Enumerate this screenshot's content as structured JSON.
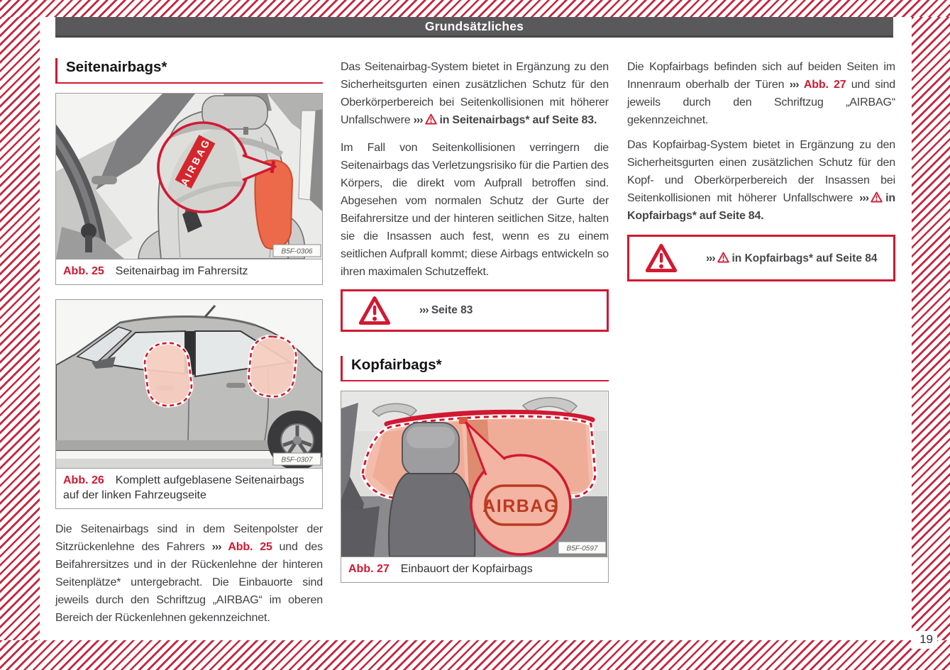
{
  "colors": {
    "accent_red": "#d11931",
    "stripe_red": "#c8233c",
    "header_gray": "#59595b",
    "body_text": "#3f3f42"
  },
  "header": {
    "title": "Grundsätzliches"
  },
  "page_number": "19",
  "col1": {
    "heading": "Seitenairbags*",
    "fig25": {
      "label": "Abb. 25",
      "caption": "Seitenairbag im Fahrersitz",
      "code": "B5F-0306",
      "airbag_label": "AIRBAG"
    },
    "fig26": {
      "label": "Abb. 26",
      "caption": "Komplett aufgeblasene Seitenair­bags auf der linken Fahrzeugseite",
      "code": "B5F-0307"
    },
    "para1": {
      "t1": "Die Seitenairbags sind in dem Seitenpolster der Sitzrückenlehne des Fahrers ",
      "arrows": "›››",
      "ref": "Abb. 25",
      "t2": " und des Beifahrersitzes und in der Rücken­lehne der hinteren Seitenplätze* unterge­bracht. Die Einbauorte sind jeweils durch den Schriftzug „AIRBAG“ im oberen Bereich der Rückenlehnen gekennzeichnet."
    }
  },
  "col2": {
    "para1": {
      "t1": "Das Seitenairbag-System bietet in Ergänzung zu den Sicherheitsgurten einen zusätzlichen Schutz für den Oberkörperbereich bei Seiten­kollisionen mit höherer Unfallschwere ",
      "arrows": "›››",
      "bold": "in Seitenairbags* auf Seite 83."
    },
    "para2": {
      "text": "Im Fall von Seitenkollisionen verringern die Seitenairbags das Verletzungsrisiko für die Partien des Körpers, die direkt vom Aufprall betroffen sind. Abgesehen vom normalen Schutz der Gurte der Beifahrersitze und der hinteren seitlichen Sitze, halten sie die Insas­sen auch fest, wenn es zu einem seitlichen Aufprall kommt; diese Airbags entwickeln so ihren maximalen Schutzeffekt."
    },
    "warning": {
      "arrows": "›››",
      "text": "Seite 83"
    },
    "heading": "Kopfairbags*",
    "fig27": {
      "label": "Abb. 27",
      "caption": "Einbauort der Kopfairbags",
      "code": "B5F-0597",
      "airbag_label": "AIRBAG"
    }
  },
  "col3": {
    "para1": {
      "t1": "Die Kopfairbags befinden sich auf beiden Seiten im Innenraum oberhalb der Türen ",
      "arrows": "›››",
      "ref": "Abb. 27",
      "t2": " und sind jeweils durch den Schrift­zug „AIRBAG“ gekennzeichnet."
    },
    "para2": {
      "t1": "Das Kopfairbag-System bietet in Ergänzung zu den Sicherheitsgurten einen zusätzlichen Schutz für den Kopf- und Oberkörperbereich der Insassen bei Seitenkollisionen mit höhe­rer Unfallschwere ",
      "arrows": "›››",
      "bold": "in Kopfairbags* auf Seite 84."
    },
    "warning": {
      "arrows": "›››",
      "bold": "in Kopfairbags* auf Seite 84"
    }
  }
}
